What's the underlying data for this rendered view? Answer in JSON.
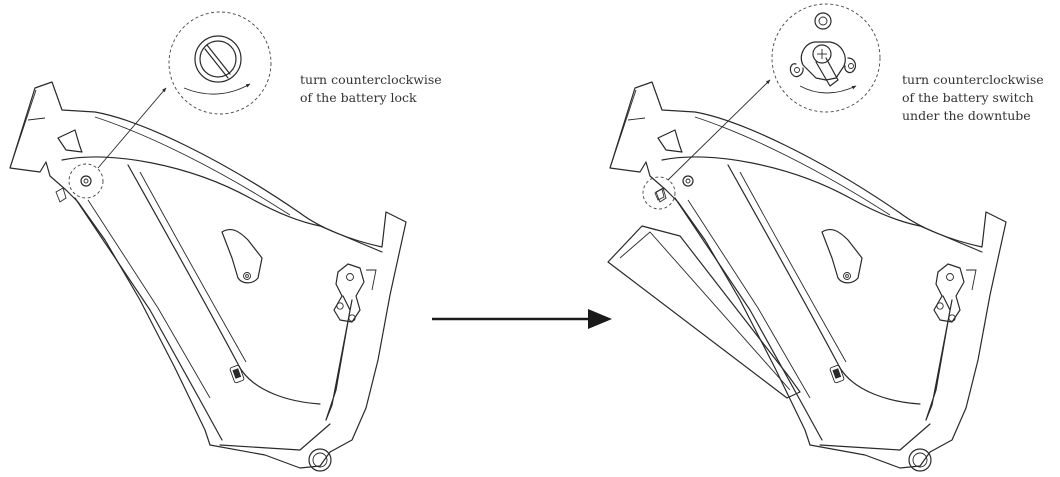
{
  "steps": [
    {
      "caption_lines": [
        "turn counterclockwise",
        "of the battery lock"
      ],
      "detail_icon": "battery-lock-icon"
    },
    {
      "caption_lines": [
        "turn counterclockwise",
        "of the battery switch",
        "under the downtube"
      ],
      "detail_icon": "battery-switch-icon"
    }
  ],
  "transition_icon": "right-arrow-icon",
  "colors": {
    "line": "#2a2a2a",
    "text": "#333333",
    "background": "#ffffff"
  }
}
